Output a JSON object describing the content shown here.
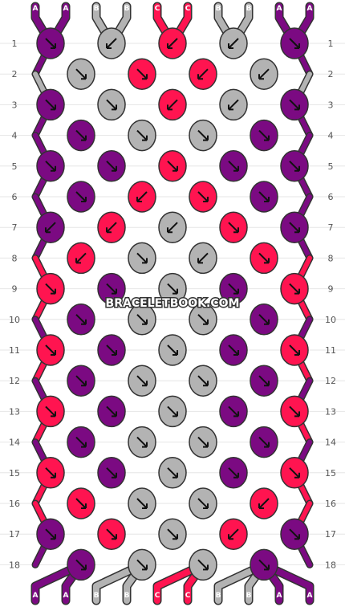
{
  "watermark": "BRACELETBOOK.COM",
  "colors": {
    "A": "#7b0a82",
    "B": "#b3b3b3",
    "C": "#ff1450",
    "arrow": "#111111",
    "thread_outline": "#555555",
    "grid": "#e6e6e6"
  },
  "row_labels": [
    "1",
    "2",
    "3",
    "4",
    "5",
    "6",
    "7",
    "8",
    "9",
    "10",
    "11",
    "12",
    "13",
    "14",
    "15",
    "16",
    "17",
    "18"
  ],
  "top_strands": [
    "A",
    "A",
    "B",
    "B",
    "C",
    "C",
    "B",
    "B",
    "A",
    "A"
  ],
  "bottom_strands": [
    "A",
    "A",
    "B",
    "B",
    "C",
    "C",
    "B",
    "B",
    "A",
    "A"
  ],
  "knots": [
    [
      "A:se",
      "B:sw",
      "C:sw",
      "B:sw",
      "A:se"
    ],
    [
      "B:se",
      "C:se",
      "C:sw",
      "B:sw"
    ],
    [
      "A:se",
      "B:se",
      "C:sw",
      "B:sw",
      "A:se"
    ],
    [
      "A:se",
      "B:se",
      "B:se",
      "A:se"
    ],
    [
      "A:se",
      "A:se",
      "C:se",
      "A:se",
      "A:se"
    ],
    [
      "A:se",
      "C:sw",
      "C:se",
      "A:se"
    ],
    [
      "A:sw",
      "C:sw",
      "B:sw",
      "C:se",
      "A:se"
    ],
    [
      "C:sw",
      "B:se",
      "B:sw",
      "C:se"
    ],
    [
      "C:se",
      "A:se",
      "B:se",
      "A:se",
      "C:se"
    ],
    [
      "A:se",
      "B:se",
      "B:se",
      "A:se"
    ],
    [
      "C:se",
      "A:se",
      "B:se",
      "A:se",
      "C:se"
    ],
    [
      "A:se",
      "B:se",
      "B:se",
      "A:se"
    ],
    [
      "C:se",
      "A:se",
      "B:se",
      "A:se",
      "C:se"
    ],
    [
      "A:se",
      "B:se",
      "B:se",
      "A:se"
    ],
    [
      "C:se",
      "A:se",
      "B:se",
      "A:se",
      "C:se"
    ],
    [
      "C:se",
      "B:se",
      "B:se",
      "C:sw"
    ],
    [
      "A:se",
      "C:se",
      "B:se",
      "C:sw",
      "A:se"
    ],
    [
      "A:se",
      "B:se",
      "B:se",
      "A:se"
    ]
  ]
}
